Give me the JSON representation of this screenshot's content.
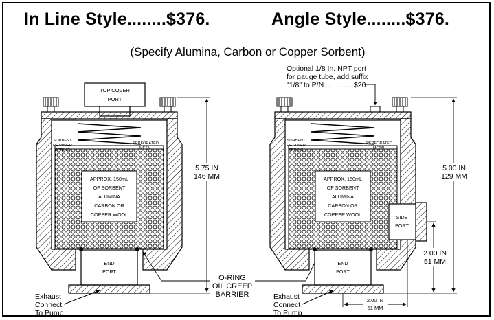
{
  "header": {
    "inline_title": "In Line Style........$376.",
    "angle_title": "Angle Style........$376.",
    "subtitle": "(Specify Alumina, Carbon or Copper Sorbent)"
  },
  "inline": {
    "top_port_line1": "TOP COVER",
    "top_port_line2": "PORT",
    "spring_line1": "SORBENT",
    "spring_line2": "RETAINER",
    "spring_line3": "SPRING",
    "metal_line1": "PERFORATED",
    "metal_line2": "METAL",
    "fill_line1": "APPROX. 150mL",
    "fill_line2": "OF SORBENT",
    "fill_line3": "ALUMINA",
    "fill_line4": "CARBON OR",
    "fill_line5": "COPPER WOOL",
    "end_port_line1": "END",
    "end_port_line2": "PORT",
    "height_in": "5.75 IN",
    "height_mm": "146 MM",
    "exhaust_line1": "Exhaust",
    "exhaust_line2": "Connect",
    "exhaust_line3": "To Pump"
  },
  "center": {
    "oring_line1": "O-RING",
    "oring_line2": "OIL CREEP",
    "oring_line3": "BARRIER"
  },
  "angle": {
    "note_line1": "Optional 1/8 In. NPT port",
    "note_line2": "for gauge tube, add suffix",
    "note_line3": "\"1/8\" to P/N...............$20.",
    "spring_line1": "SORBENT",
    "spring_line2": "RETAINER",
    "spring_line3": "SPRING",
    "metal_line1": "PERFORATED",
    "metal_line2": "METAL",
    "fill_line1": "APPROX. 150mL",
    "fill_line2": "OF SORBENT",
    "fill_line3": "ALUMINA",
    "fill_line4": "CARBON OR",
    "fill_line5": "COPPER WOOL",
    "side_port_line1": "SIDE",
    "side_port_line2": "PORT",
    "end_port_line1": "END",
    "end_port_line2": "PORT",
    "height_in": "5.00 IN",
    "height_mm": "129 MM",
    "side_h_in": "2.00 IN",
    "side_h_mm": "51 MM",
    "side_w_in": "2.00 IN",
    "side_w_mm": "51 MM",
    "exhaust_line1": "Exhaust",
    "exhaust_line2": "Connect",
    "exhaust_line3": "To Pump"
  }
}
